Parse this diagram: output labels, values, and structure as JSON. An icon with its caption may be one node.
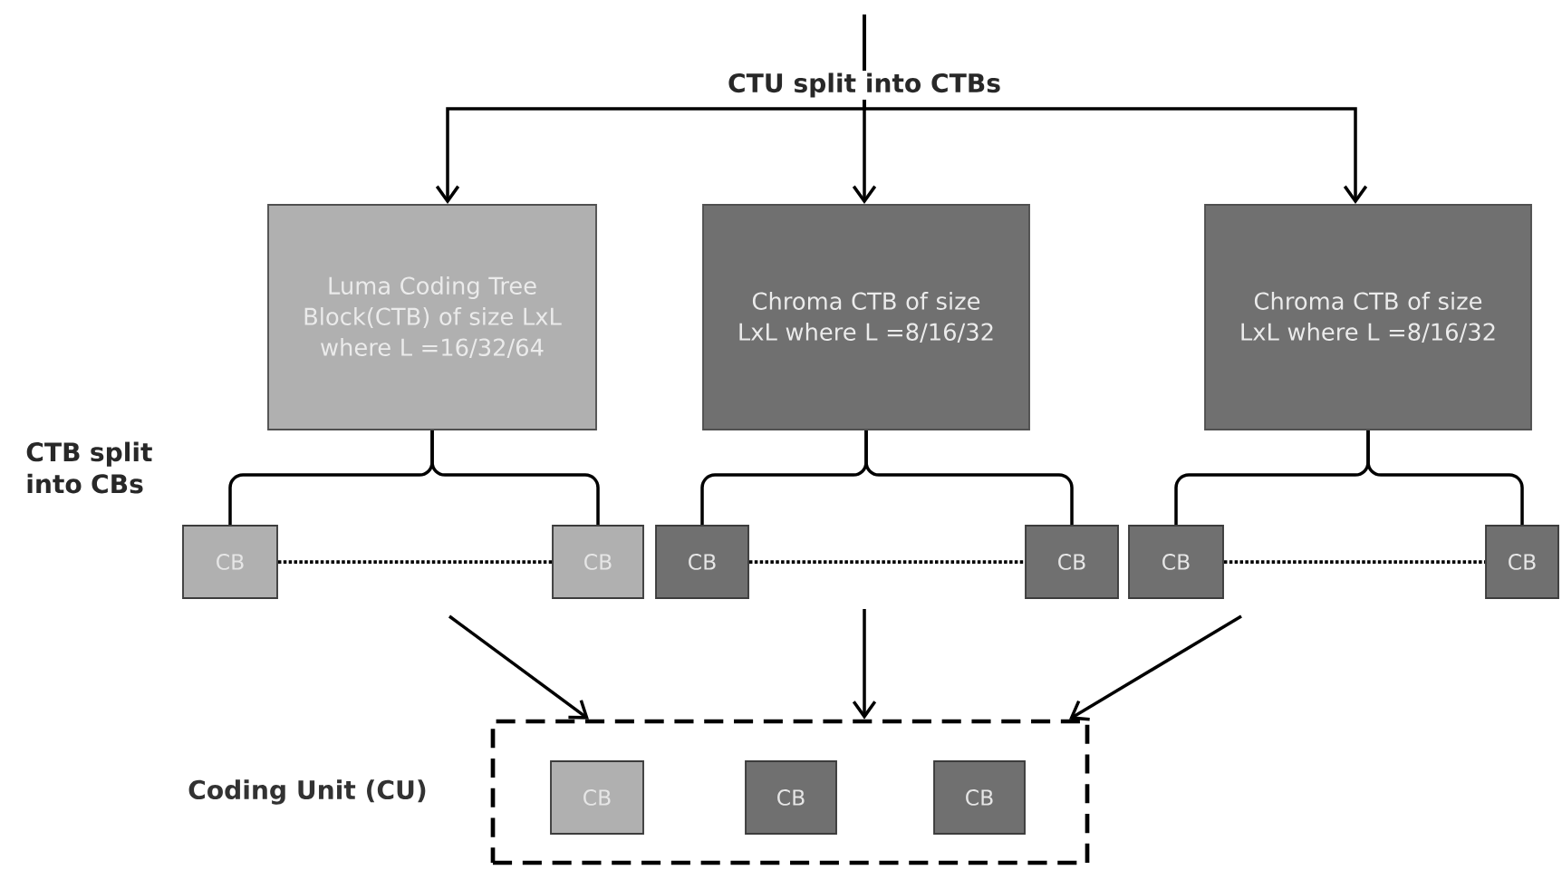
{
  "diagram": {
    "nodes": [
      {
        "text": [
          "Luma Coding Tree Block(CTB) of size LxL where L =16/32/64"
        ]
      },
      {
        "text": [
          "Chroma CTB of size LxL where L =8/16/32"
        ]
      },
      {
        "text": [
          "Chroma CTB of size LxL where L =8/16/32"
        ]
      },
      {
        "text": [
          "CB"
        ]
      },
      {
        "text": [
          "CB"
        ]
      },
      {
        "text": [
          "CB"
        ]
      },
      {
        "text": [
          "CB"
        ]
      },
      {
        "text": [
          "CB"
        ]
      },
      {
        "text": [
          "CB"
        ]
      },
      {
        "text": [
          "Coding Unit (CU)"
        ]
      },
      {
        "text": [
          "CB"
        ],
        "in": 9
      },
      {
        "text": [
          "CB"
        ],
        "in": 9
      },
      {
        "text": [
          "CB"
        ],
        "in": 9
      }
    ],
    "edges": [
      {
        "from": null,
        "to": 0,
        "arrow": "to"
      },
      {
        "from": null,
        "to": 1,
        "arrow": "to"
      },
      {
        "from": null,
        "to": 2,
        "arrow": "to"
      },
      {
        "from": 0,
        "to": 3,
        "arrow": "none"
      },
      {
        "from": 0,
        "to": 4,
        "arrow": "none"
      },
      {
        "from": 1,
        "to": 5,
        "arrow": "none"
      },
      {
        "from": 1,
        "to": 6,
        "arrow": "none"
      },
      {
        "from": 2,
        "to": 7,
        "arrow": "none"
      },
      {
        "from": 2,
        "to": 8,
        "arrow": "none"
      },
      {
        "from": 3,
        "to": 4,
        "arrow": "none",
        "style": "dashed"
      },
      {
        "from": 5,
        "to": 6,
        "arrow": "none",
        "style": "dashed"
      },
      {
        "from": 7,
        "to": 8,
        "arrow": "none",
        "style": "dashed"
      },
      {
        "from": null,
        "to": 9,
        "arrow": "to"
      },
      {
        "from": null,
        "to": 9,
        "arrow": "to"
      },
      {
        "from": null,
        "to": 9,
        "arrow": "to"
      }
    ],
    "labels": [
      "CTU split into CTBs",
      "CTB split into CBs"
    ]
  }
}
